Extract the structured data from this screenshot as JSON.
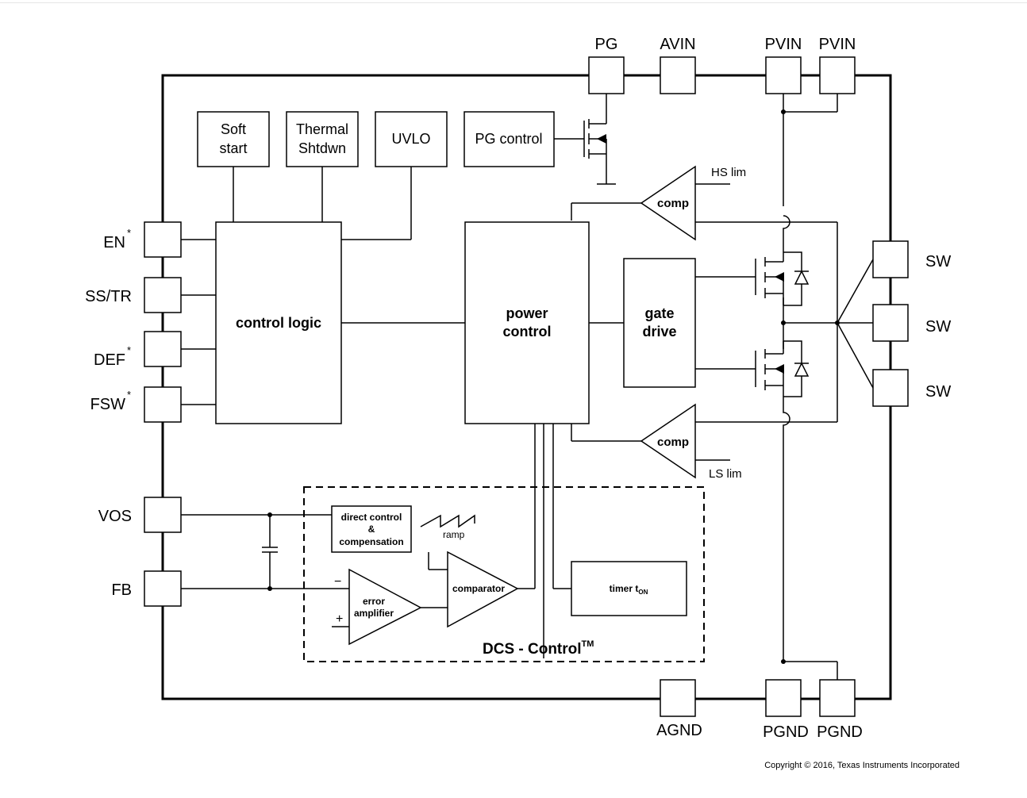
{
  "pins": {
    "pg": "PG",
    "avin": "AVIN",
    "pvin1": "PVIN",
    "pvin2": "PVIN",
    "en": "EN",
    "ss_tr": "SS/TR",
    "def": "DEF",
    "fsw": "FSW",
    "star": "*",
    "vos": "VOS",
    "fb": "FB",
    "sw1": "SW",
    "sw2": "SW",
    "sw3": "SW",
    "agnd": "AGND",
    "pgnd1": "PGND",
    "pgnd2": "PGND"
  },
  "blocks": {
    "soft_start_l1": "Soft",
    "soft_start_l2": "start",
    "thermal_l1": "Thermal",
    "thermal_l2": "Shtdwn",
    "uvlo": "UVLO",
    "pg_control": "PG control",
    "control_logic": "control logic",
    "power_control_l1": "power",
    "power_control_l2": "control",
    "gate_drive_l1": "gate",
    "gate_drive_l2": "drive",
    "comp_hs": "comp",
    "comp_ls": "comp",
    "hs_lim": "HS lim",
    "ls_lim": "LS lim",
    "direct_control_l1": "direct control",
    "direct_control_l2": "&",
    "direct_control_l3": "compensation",
    "ramp": "ramp",
    "error_amp_l1": "error",
    "error_amp_l2": "amplifier",
    "comparator": "comparator",
    "timer": "timer t",
    "timer_sub": "ON",
    "minus": "−",
    "plus": "+",
    "dcs": "DCS - Control",
    "dcs_tm": "TM"
  },
  "copyright": "Copyright © 2016, Texas Instruments Incorporated"
}
